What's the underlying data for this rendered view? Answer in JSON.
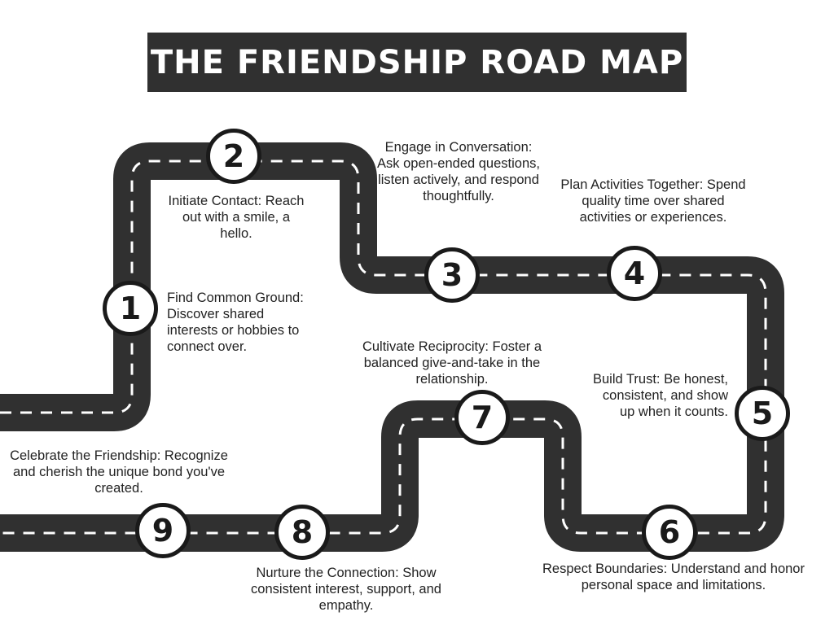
{
  "title": "THE FRIENDSHIP ROAD MAP",
  "colors": {
    "road": "#303030",
    "lane": "#ffffff",
    "marker_border": "#1a1a1a"
  },
  "steps": [
    {
      "number": "1",
      "text": "Find Common Ground: Discover shared interests or hobbies to connect over."
    },
    {
      "number": "2",
      "text": "Initiate Contact: Reach out with a smile, a hello."
    },
    {
      "number": "3",
      "text": "Engage in Conversation: Ask open-ended questions, listen actively, and respond thoughtfully."
    },
    {
      "number": "4",
      "text": "Plan Activities Together: Spend quality time over shared activities or experiences."
    },
    {
      "number": "5",
      "text": "Build Trust: Be honest, consistent, and show up when it counts."
    },
    {
      "number": "6",
      "text": "Respect Boundaries: Understand and honor personal space and limitations."
    },
    {
      "number": "7",
      "text": "Cultivate Reciprocity: Foster a balanced give-and-take in the relationship."
    },
    {
      "number": "8",
      "text": "Nurture the Connection: Show consistent interest, support, and empathy."
    },
    {
      "number": "9",
      "text": "Celebrate the Friendship: Recognize and cherish the unique bond you've created."
    }
  ]
}
